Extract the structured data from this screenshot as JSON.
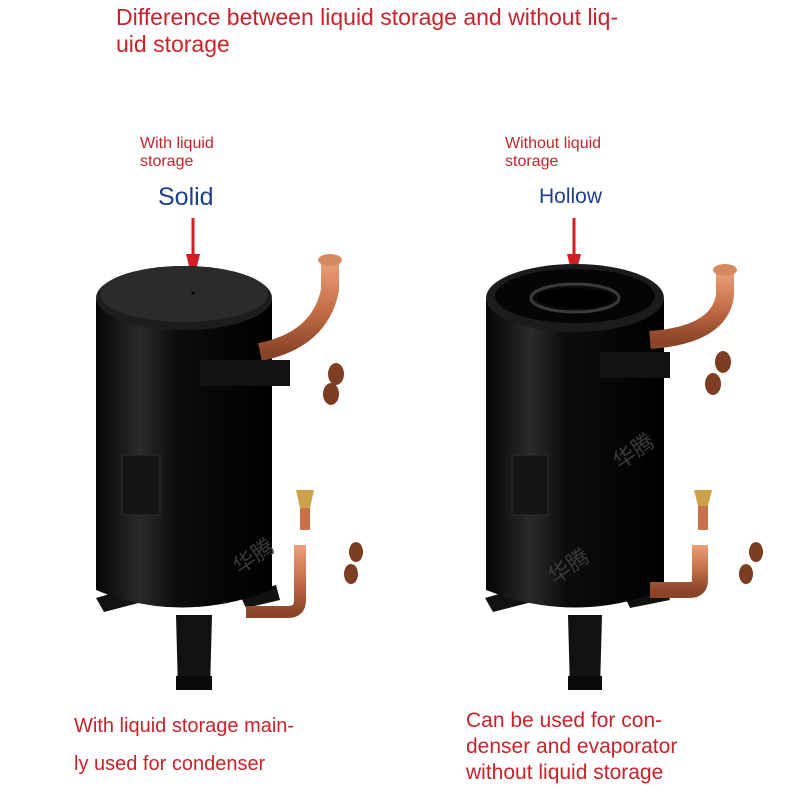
{
  "title_line1": "Difference between liquid storage and without liq-",
  "title_line2": "uid storage",
  "left": {
    "label_line1": "With liquid",
    "label_line2": "storage",
    "state": "Solid",
    "caption_line1": "With liquid storage main-",
    "caption_line2": "ly used for condenser"
  },
  "right": {
    "label_line1": "Without liquid",
    "label_line2": "storage",
    "state": "Hollow",
    "caption_line1": "Can be used for con-",
    "caption_line2": "denser and evaporator",
    "caption_line3": "without liquid storage"
  },
  "watermark": "华腾",
  "colors": {
    "accent_red": "#c8232b",
    "label_blue": "#1e3f8c",
    "tank": "#0d0d0d",
    "copper": "#c8714a"
  }
}
